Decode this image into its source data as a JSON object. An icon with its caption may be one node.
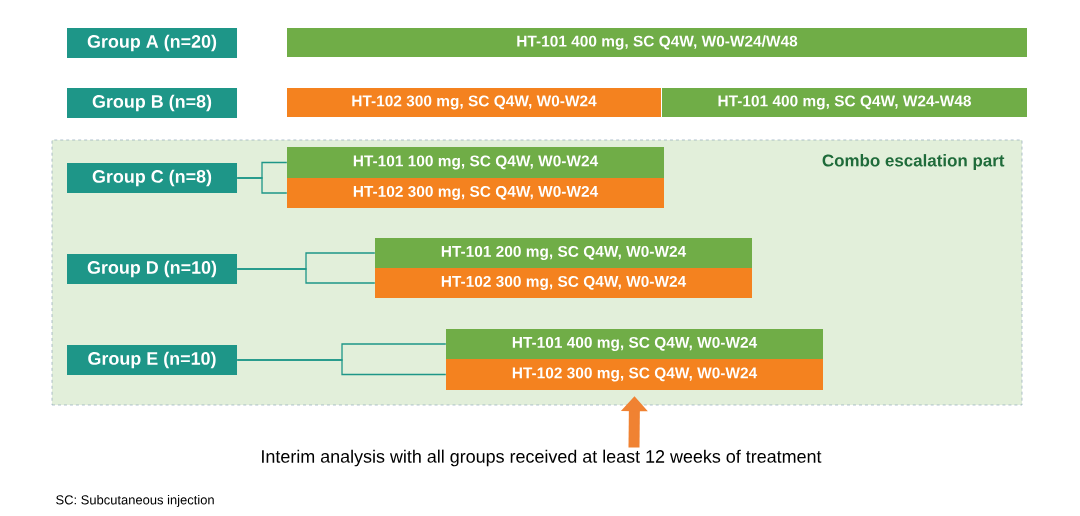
{
  "diagram": {
    "nodes": [
      {
        "text": [
          "Group A (n=20)"
        ]
      },
      {
        "text": [
          "HT-101 400 mg, SC Q4W, W0-W24/W48"
        ]
      },
      {
        "text": [
          "Group B (n=8)"
        ]
      },
      {
        "text": [
          "HT-102 300 mg, SC Q4W, W0-W24"
        ]
      },
      {
        "text": [
          "HT-101 400 mg, SC Q4W, W24-W48"
        ]
      },
      {
        "text": [
          "Combo escalation part"
        ]
      },
      {
        "text": [
          "Group C (n=8)"
        ],
        "in": 5
      },
      {
        "text": [
          "HT-101 100 mg, SC Q4W, W0-W24"
        ],
        "in": 5
      },
      {
        "text": [
          "HT-102 300 mg, SC Q4W, W0-W24"
        ],
        "in": 5
      },
      {
        "text": [
          "Group D (n=10)"
        ],
        "in": 5
      },
      {
        "text": [
          "HT-101 200 mg, SC Q4W, W0-W24"
        ],
        "in": 5
      },
      {
        "text": [
          "HT-102 300 mg, SC Q4W, W0-W24"
        ],
        "in": 5
      },
      {
        "text": [
          "Group E (n=10)"
        ],
        "in": 5
      },
      {
        "text": [
          "HT-101 400 mg, SC Q4W, W0-W24"
        ],
        "in": 5
      },
      {
        "text": [
          "HT-102 300 mg, SC Q4W, W0-W24"
        ],
        "in": 5
      },
      {
        "text": [
          "Interim analysis with all groups received at least 12 weeks of treatment"
        ]
      }
    ],
    "edges": [
      {
        "from": 6,
        "to": 7,
        "arrow": "none"
      },
      {
        "from": 6,
        "to": 8,
        "arrow": "none"
      },
      {
        "from": 9,
        "to": 10,
        "arrow": "none"
      },
      {
        "from": 9,
        "to": 11,
        "arrow": "none"
      },
      {
        "from": 12,
        "to": 13,
        "arrow": "none"
      },
      {
        "from": 12,
        "to": 14,
        "arrow": "none"
      },
      {
        "from": 15,
        "to": 14,
        "arrow": "to",
        "style": "thick",
        "color": "#f08232"
      }
    ],
    "labels": [
      "SC: Subcutaneous injection"
    ]
  }
}
